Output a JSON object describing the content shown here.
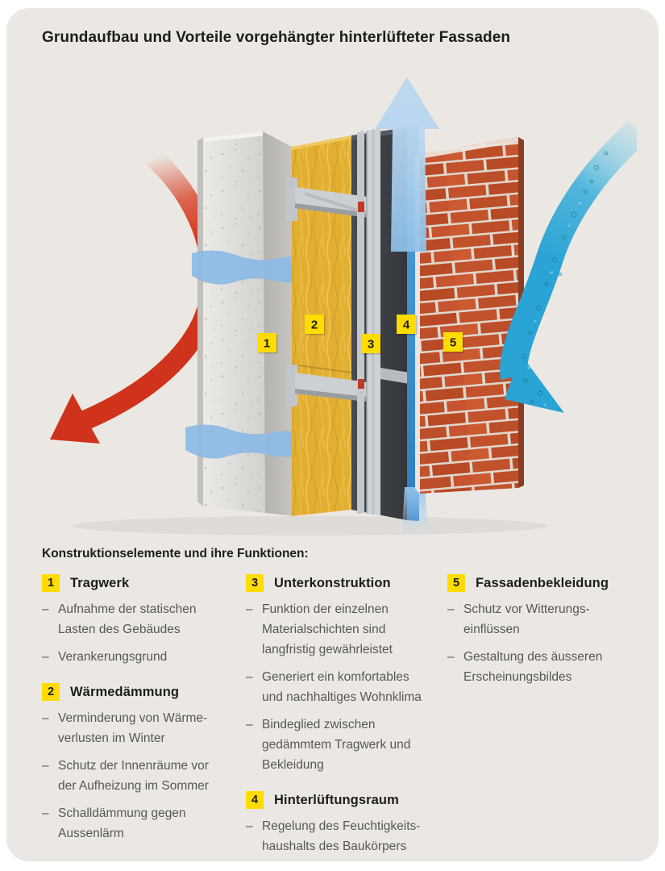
{
  "title": "Grundaufbau und Vorteile vorgehängter hinterlüfteter Fassaden",
  "section_heading": "Konstruktionselemente und ihre Funktionen:",
  "bullet_dash": "–",
  "colors": {
    "page_background": "#ffffff",
    "panel_background": "#ebe8e3",
    "accent_yellow": "#ffdc00",
    "heat_arrow_red": "#d63a1f",
    "airflow_blue": "#8fc0e8",
    "water_arrow_blue": "#2ba4d5",
    "ventilation_gap_blue": "#3d86c8",
    "insulation_yellow": "#e3af33",
    "heading_text": "#1d1d1b",
    "body_text": "#575756"
  },
  "diagram": {
    "badges": [
      "1",
      "2",
      "3",
      "4",
      "5"
    ],
    "icons": [
      "heat-loss-arrow",
      "airflow-through-arrows",
      "airflow-up-arrow",
      "rain-runoff-arrow",
      "air-intake-stream",
      "concrete-wall-layer",
      "insulation-layer",
      "substructure-layer",
      "ventilation-gap-layer",
      "brick-cladding-layer"
    ]
  },
  "items": [
    {
      "num": "1",
      "heading": "Tragwerk",
      "bullets": [
        [
          "Aufnahme der statischen",
          "Lasten des Gebäudes"
        ],
        [
          "Verankerungsgrund"
        ]
      ]
    },
    {
      "num": "2",
      "heading": "Wärmedämmung",
      "bullets": [
        [
          "Verminderung von Wärme-",
          "verlusten im Winter"
        ],
        [
          "Schutz der Innenräume vor",
          "der Aufheizung im Sommer"
        ],
        [
          "Schalldämmung gegen",
          "Aussenlärm"
        ]
      ]
    },
    {
      "num": "3",
      "heading": "Unterkonstruktion",
      "bullets": [
        [
          "Funktion der einzelnen",
          "Materialschichten sind",
          "langfristig gewährleistet"
        ],
        [
          "Generiert ein komfortables",
          "und nachhaltiges Wohnklima"
        ],
        [
          "Bindeglied zwischen",
          "gedämmtem Tragwerk und",
          "Bekleidung"
        ]
      ]
    },
    {
      "num": "4",
      "heading": "Hinterlüftungsraum",
      "bullets": [
        [
          "Regelung des Feuchtigkeits-",
          "haushalts des Baukörpers"
        ]
      ]
    },
    {
      "num": "5",
      "heading": "Fassadenbekleidung",
      "bullets": [
        [
          "Schutz vor Witterungs-",
          "einflüssen"
        ],
        [
          "Gestaltung des äusseren",
          "Erscheinungsbildes"
        ]
      ]
    }
  ]
}
